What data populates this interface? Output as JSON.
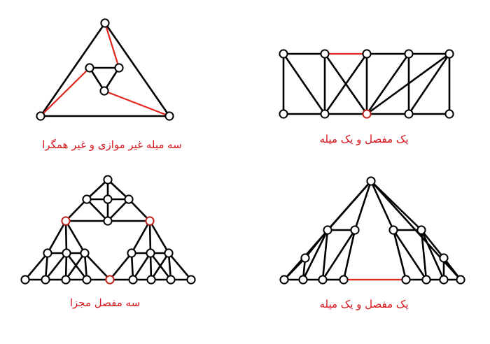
{
  "figures": [
    {
      "caption": "سه میله غیر موازی و غیر همگرا"
    },
    {
      "caption": "یک مفصل و یک میله"
    },
    {
      "caption": "سه مفصل مجزا"
    },
    {
      "caption": "یک مفصل و یک میله"
    }
  ]
}
